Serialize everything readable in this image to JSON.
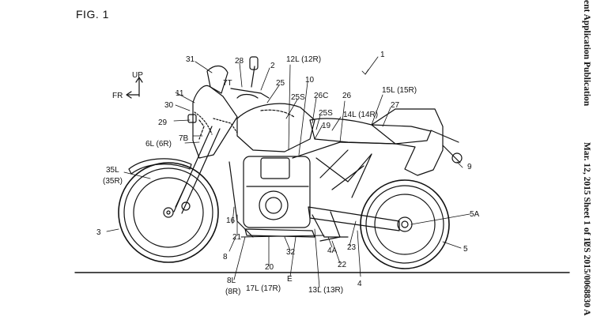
{
  "figure": {
    "title": "FIG. 1",
    "direction_up": "UP",
    "direction_front": "FR"
  },
  "header": {
    "publication": "ent Application Publication",
    "date_sheet": "Mar. 12, 2015  Sheet 1 of 12",
    "number": "US 2015/0068830 A"
  },
  "labels": {
    "l1": "1",
    "l2": "2",
    "l3": "3",
    "l4": "4",
    "l4a": "4A",
    "l5": "5",
    "l5a": "5A",
    "l6": "6L (6R)",
    "l7b": "7B",
    "l7t": "7T",
    "l8": "8",
    "l8l": "8L",
    "l8r": "(8R)",
    "l9": "9",
    "l10": "10",
    "l11": "11",
    "l12": "12L (12R)",
    "l13": "13L (13R)",
    "l14": "14L (14R)",
    "l15": "15L (15R)",
    "l16": "16",
    "l17": "17L (17R)",
    "l19": "19",
    "l20": "20",
    "l21": "21",
    "l22": "22",
    "l23": "23",
    "l25": "25",
    "l25s_a": "25S",
    "l25s_b": "25S",
    "l26": "26",
    "l26c": "26C",
    "l27": "27",
    "l28": "28",
    "l29": "29",
    "l30": "30",
    "l31": "31",
    "l32": "32",
    "l35l": "35L",
    "l35r": "(35R)",
    "le": "E"
  }
}
